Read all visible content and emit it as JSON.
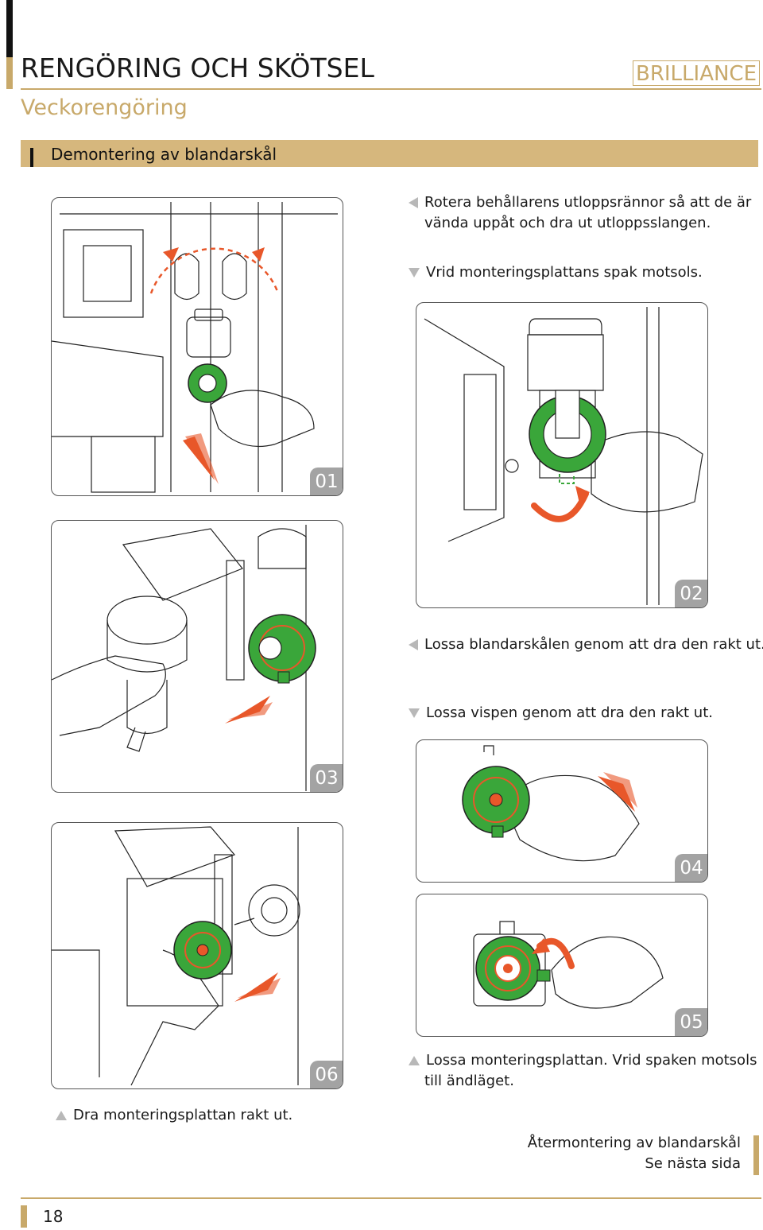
{
  "header": {
    "title": "RENGÖRING OCH SKÖTSEL",
    "brand": "BRILLIANCE",
    "subtitle": "Veckorengöring"
  },
  "section": {
    "title": "Demontering av blandarskål"
  },
  "steps": [
    {
      "number": "01"
    },
    {
      "number": "02"
    },
    {
      "number": "03"
    },
    {
      "number": "04"
    },
    {
      "number": "05"
    },
    {
      "number": "06"
    }
  ],
  "instructions": {
    "i1_line1": "Rotera behållarens utloppsrännor så att de är",
    "i1_line2": "vända uppåt och dra ut utloppsslangen.",
    "i2": "Vrid monteringsplattans spak motsols.",
    "i3": "Lossa blandarskålen genom att dra den rakt ut.",
    "i4": "Lossa vispen genom att dra den rakt ut.",
    "i5_line1": "Lossa monteringsplattan. Vrid spaken motsols",
    "i5_line2": "till ändläget.",
    "i6": "Dra monteringsplattan rakt ut."
  },
  "footer": {
    "note_line1": "Återmontering av blandarskål",
    "note_line2": "Se nästa sida",
    "page_number": "18"
  },
  "colors": {
    "accent_gold": "#c8a96a",
    "part_green": "#3aa63a",
    "arrow_orange": "#e8572a",
    "badge_gray": "#a3a3a3"
  }
}
